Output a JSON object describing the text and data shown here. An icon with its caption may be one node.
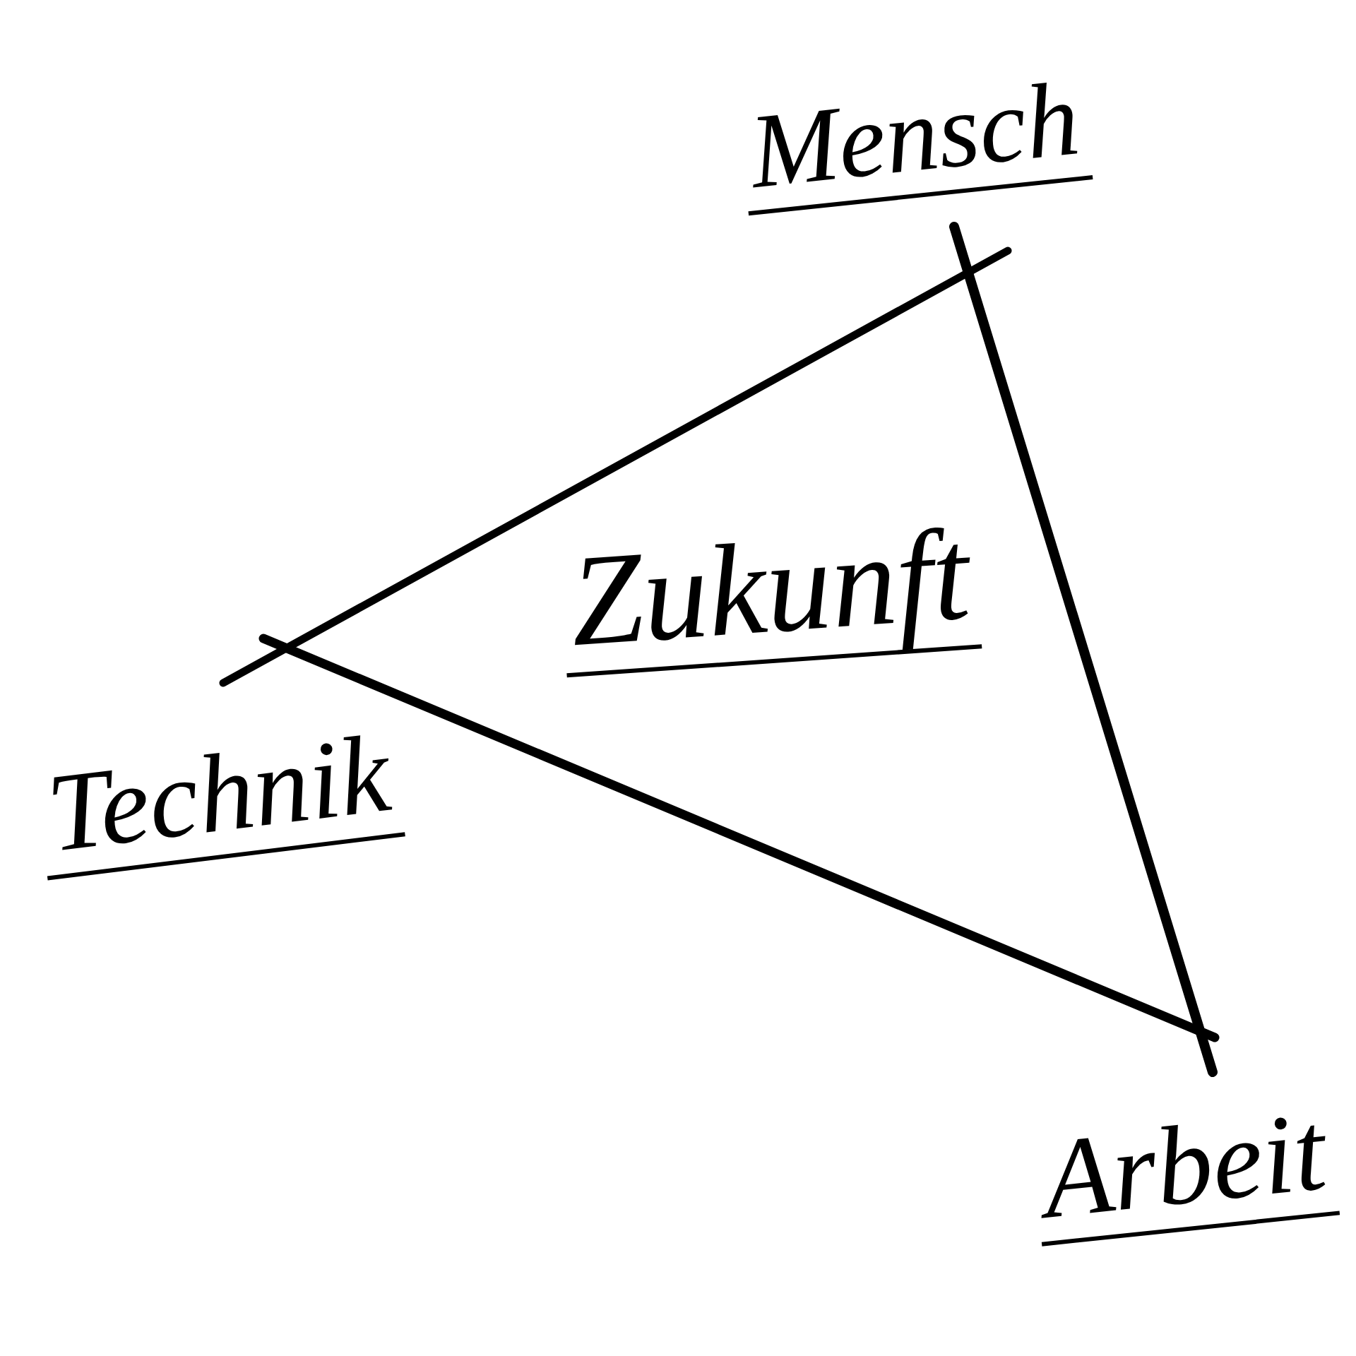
{
  "diagram": {
    "nodes": [
      {
        "text": [
          "Zukunft"
        ]
      }
    ],
    "labels": [
      "Mensch",
      "Technik",
      "Arbeit"
    ]
  }
}
